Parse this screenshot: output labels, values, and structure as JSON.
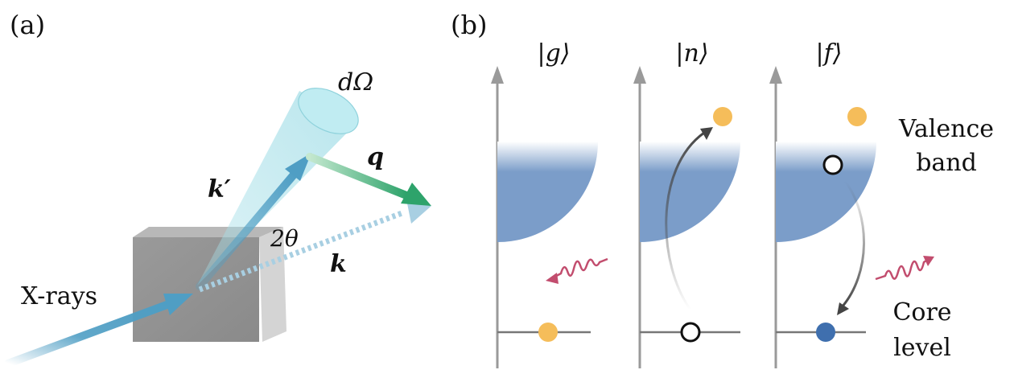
{
  "panel_a": {
    "label": "(a)",
    "xrays": "X-rays",
    "solid_angle": "dΩ",
    "k_prime": "k′",
    "k": "k",
    "q": "q",
    "two_theta": "2θ"
  },
  "panel_b": {
    "label": "(b)",
    "states": [
      "|g⟩",
      "|n⟩",
      "|f⟩"
    ],
    "valence_band": [
      "Valence",
      "band"
    ],
    "core_level": [
      "Core",
      "level"
    ]
  },
  "colors": {
    "axis": "#999999",
    "band": "#7b9dc9",
    "electron": "#f5bd5a",
    "core_hole_filled": "#3f6fae",
    "photon": "#c24d6e",
    "incident_beam": "#4f9ec4",
    "scattered_beam": "#2ea36b",
    "cone": "#a6dfe8",
    "crystal": "#8e8e8e"
  }
}
